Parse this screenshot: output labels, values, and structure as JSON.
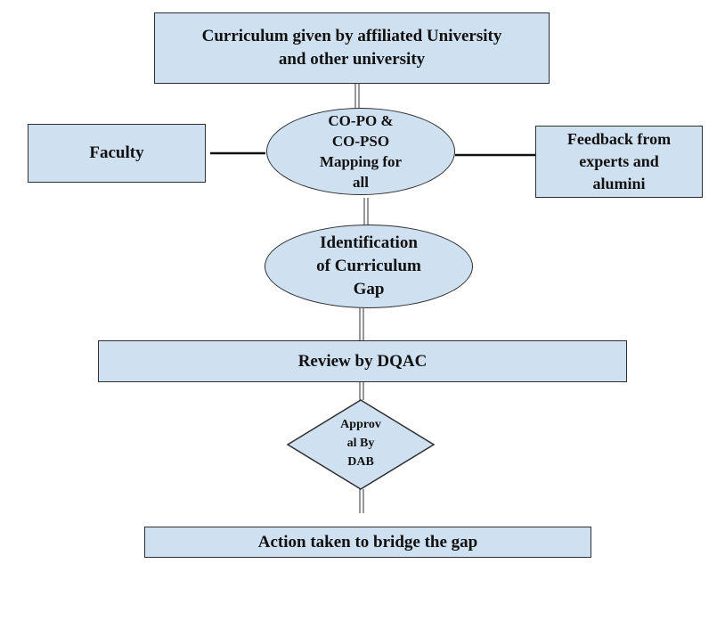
{
  "diagram": {
    "nodes": {
      "curriculum_source": "Curriculum given by affiliated University\nand other university",
      "faculty": "Faculty",
      "feedback": "Feedback from\nexperts and\nalumini",
      "mapping": "CO-PO &\nCO-PSO\nMapping for\nall",
      "gap_identification": "Identification\nof Curriculum\nGap",
      "review": "Review by DQAC",
      "approval": "Approv\nal By\nDAB",
      "action": "Action taken to bridge the gap"
    },
    "colors": {
      "node_fill": "#cfe0f1",
      "stroke": "#2f2f2f",
      "text": "#111111"
    }
  }
}
